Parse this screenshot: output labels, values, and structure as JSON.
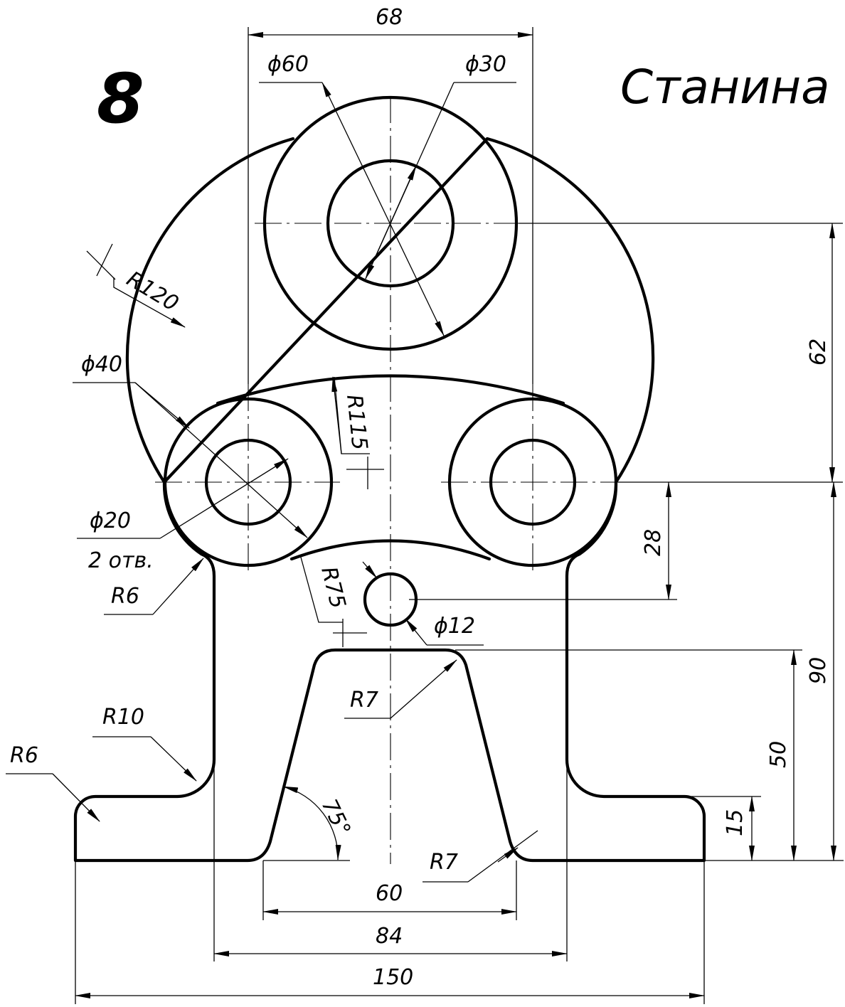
{
  "drawing": {
    "number": "8",
    "title": "Станина"
  },
  "dimensions": {
    "d68": "68",
    "phi60": "ϕ60",
    "phi30": "ϕ30",
    "r120": "R120",
    "d62": "62",
    "phi40": "ϕ40",
    "r115": "R115",
    "phi20": "ϕ20",
    "holes": "2 отв.",
    "r6_top": "R6",
    "d28": "28",
    "r75": "R75",
    "phi12": "ϕ12",
    "d90": "90",
    "r7_top": "R7",
    "r10": "R10",
    "r6_bottom": "R6",
    "d50": "50",
    "a75": "75°",
    "d15": "15",
    "r7_bottom": "R7",
    "d60": "60",
    "d84": "84",
    "d150": "150"
  }
}
